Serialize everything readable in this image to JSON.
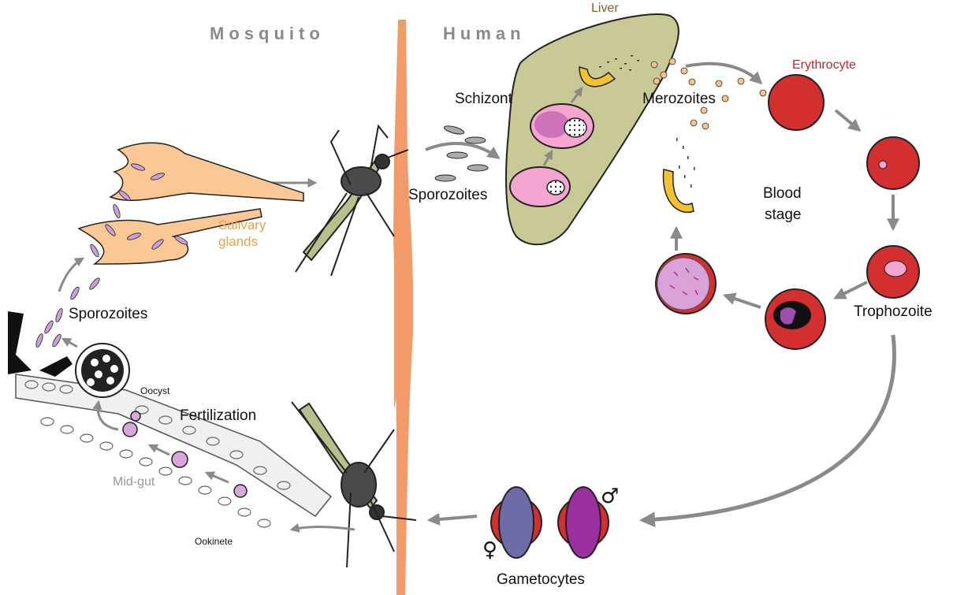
{
  "headings": {
    "left": "Mosquito",
    "right": "Human"
  },
  "labels": {
    "liver": "Liver",
    "erythrocyte": "Erythrocyte",
    "schizont": "Schizont",
    "merozoites": "Merozoites",
    "sporozoites_human": "Sporozoites",
    "blood_stage_line1": "Blood",
    "blood_stage_line2": "stage",
    "salivary_line1": "Salivary",
    "salivary_line2": "glands",
    "sporozoites_mosquito": "Sporozoites",
    "oocyst": "Oocyst",
    "fertilization": "Fertilization",
    "midgut": "Mid-gut",
    "ookinete": "Ookinete",
    "trophozoite": "Trophozoite",
    "gametocytes": "Gametocytes",
    "female_symbol": "♀",
    "male_symbol": "♂"
  },
  "colors": {
    "heading": "#8a8a8a",
    "liver_label": "#8b5a2b",
    "erythrocyte_label": "#c0272d",
    "salivary_label": "#e8a14a",
    "midgut_label": "#999999",
    "skin": "#f39a6a",
    "liver_fill": "#c9c995",
    "rbc": "#d32f2f",
    "parasite_pink": "#f4a6d0",
    "parasite_purple": "#9b4fb0",
    "gland": "#fac895",
    "arrow": "#8a8a8a"
  }
}
